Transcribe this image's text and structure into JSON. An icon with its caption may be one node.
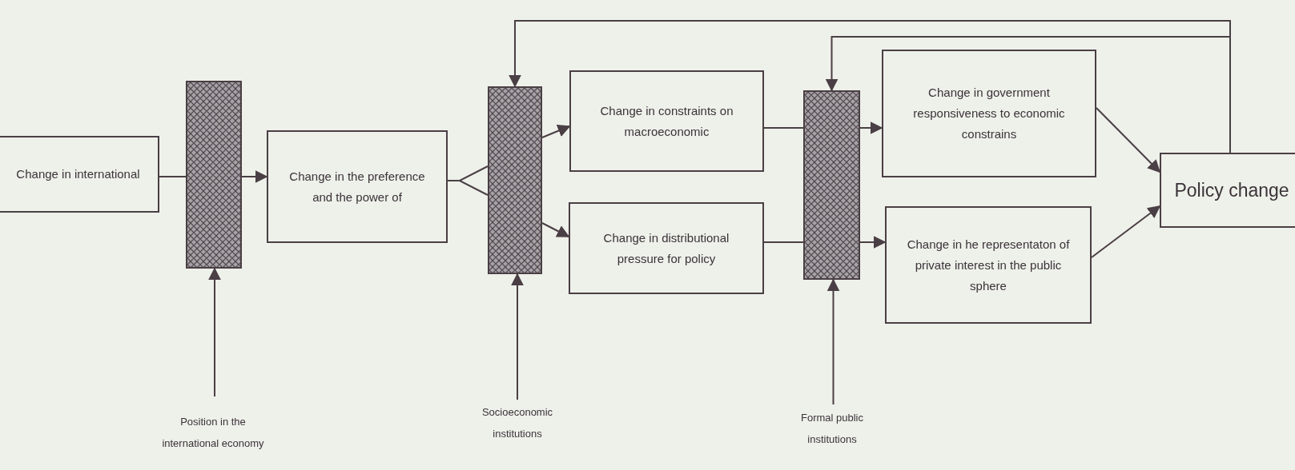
{
  "diagram": {
    "nodes": [
      {
        "text": [
          "Change in international"
        ]
      },
      {
        "text": [],
        "shape": "bar"
      },
      {
        "text": [
          "Change in the preference and the power of"
        ]
      },
      {
        "text": [],
        "shape": "bar"
      },
      {
        "text": [
          "Change in constraints on macroeconomic"
        ]
      },
      {
        "text": [
          "Change in distributional pressure for policy"
        ]
      },
      {
        "text": [],
        "shape": "bar"
      },
      {
        "text": [
          "Change in government responsiveness to economic constrains"
        ]
      },
      {
        "text": [
          "Change in he representaton of private interest in the public sphere"
        ]
      },
      {
        "text": [
          "Policy change"
        ]
      },
      {
        "text": [
          "Position in the international economy"
        ]
      },
      {
        "text": [
          "Socioeconomic institutions"
        ]
      },
      {
        "text": [
          "Formal public institutions"
        ]
      }
    ],
    "edges": [
      {
        "from": 0,
        "to": 1,
        "arrow": "none"
      },
      {
        "from": 1,
        "to": 2,
        "arrow": "to"
      },
      {
        "from": 2,
        "to": 3,
        "arrow": "none"
      },
      {
        "from": 2,
        "to": 3,
        "arrow": "none"
      },
      {
        "from": 3,
        "to": 4,
        "arrow": "to"
      },
      {
        "from": 3,
        "to": 5,
        "arrow": "to"
      },
      {
        "from": 4,
        "to": 6,
        "arrow": "none"
      },
      {
        "from": 6,
        "to": 7,
        "arrow": "to"
      },
      {
        "from": 5,
        "to": 6,
        "arrow": "none"
      },
      {
        "from": 6,
        "to": 8,
        "arrow": "to"
      },
      {
        "from": 7,
        "to": 9,
        "arrow": "to"
      },
      {
        "from": 8,
        "to": 9,
        "arrow": "to"
      },
      {
        "from": 10,
        "to": 1,
        "arrow": "to"
      },
      {
        "from": 11,
        "to": 3,
        "arrow": "to"
      },
      {
        "from": 12,
        "to": 6,
        "arrow": "to"
      },
      {
        "from": 9,
        "to": 3,
        "arrow": "to"
      },
      {
        "from": 9,
        "to": 6,
        "arrow": "to"
      }
    ]
  }
}
